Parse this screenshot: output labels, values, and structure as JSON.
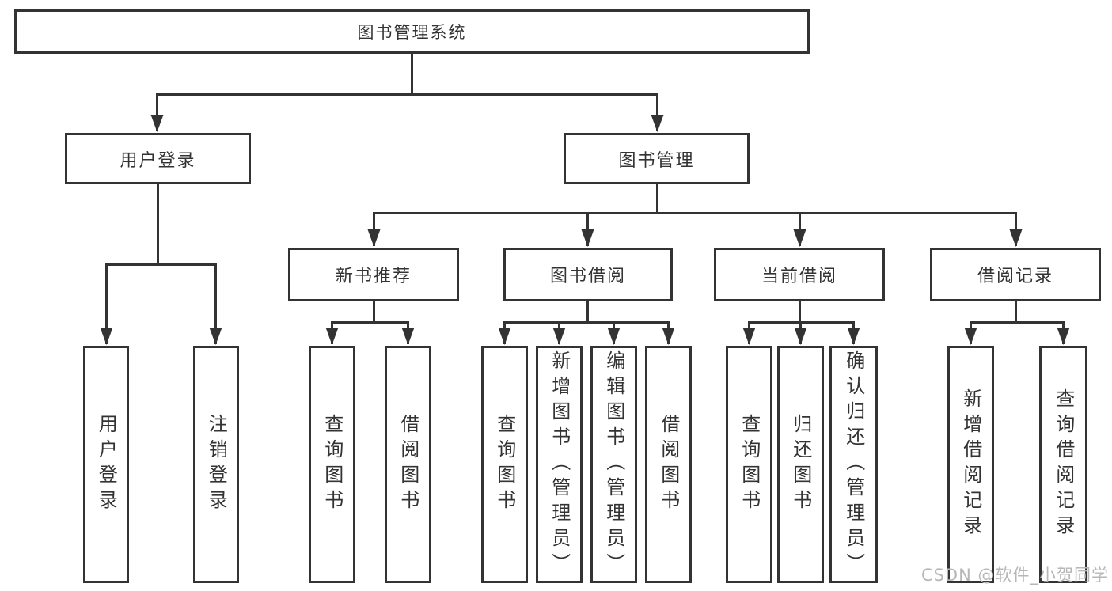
{
  "nodes": {
    "root": "图书管理系统",
    "userLogin": "用户登录",
    "bookMgmt": "图书管理",
    "newBookRec": "新书推荐",
    "bookBorrow": "图书借阅",
    "currentBorrow": "当前借阅",
    "borrowRecords": "借阅记录",
    "leafUserLogin": "用户登录",
    "leafLogout": "注销登录",
    "nbQuery": "查询图书",
    "nbBorrow": "借阅图书",
    "bbQuery": "查询图书",
    "bbAdd": "新增图书（管理员）",
    "bbEdit": "编辑图书（管理员）",
    "bbBorrow": "借阅图书",
    "cbQuery": "查询图书",
    "cbReturn": "归还图书",
    "cbConfirm": "确认归还（管理员）",
    "brAdd": "新增借阅记录",
    "brQuery": "查询借阅记录"
  },
  "watermark": "CSDN @软件_小贺同学",
  "colors": {
    "line": "#333333",
    "box_border": "#333333",
    "text": "#333333",
    "background": "#ffffff",
    "watermark": "#b7b7b7"
  },
  "diagram": {
    "type": "tree",
    "root": "图书管理系统",
    "children": [
      {
        "label": "用户登录",
        "children": [
          "用户登录",
          "注销登录"
        ]
      },
      {
        "label": "图书管理",
        "children": [
          {
            "label": "新书推荐",
            "children": [
              "查询图书",
              "借阅图书"
            ]
          },
          {
            "label": "图书借阅",
            "children": [
              "查询图书",
              "新增图书（管理员）",
              "编辑图书（管理员）",
              "借阅图书"
            ]
          },
          {
            "label": "当前借阅",
            "children": [
              "查询图书",
              "归还图书",
              "确认归还（管理员）"
            ]
          },
          {
            "label": "借阅记录",
            "children": [
              "新增借阅记录",
              "查询借阅记录"
            ]
          }
        ]
      }
    ]
  }
}
